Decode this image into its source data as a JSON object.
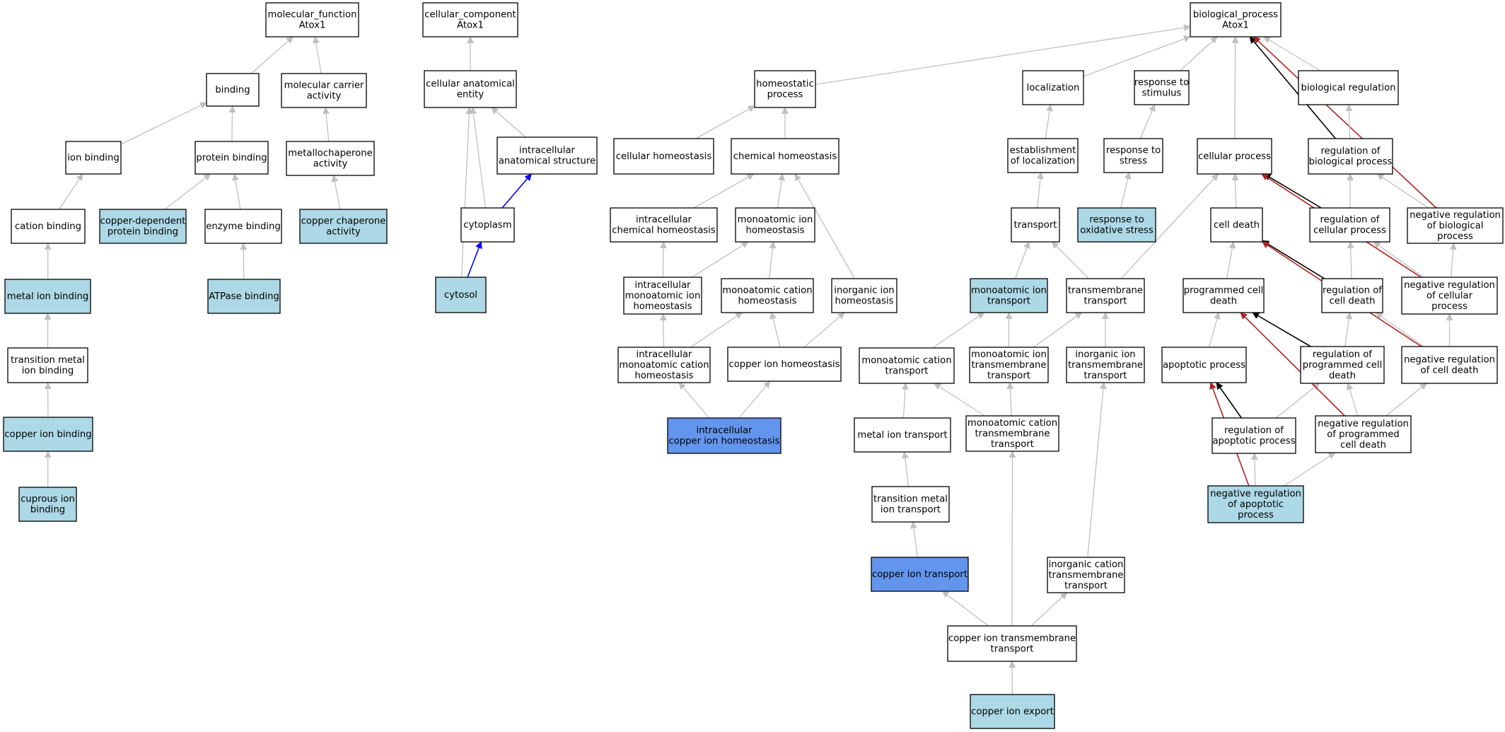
{
  "colors": {
    "plain": "#ffffff",
    "light": "#add8e6",
    "strong": "#6495ed",
    "edge_is_a": "#c0c0c0",
    "edge_part_of": "#0000ff",
    "edge_regulates": "#000000",
    "edge_negatively_regulates": "#b22222"
  },
  "nodes": [
    {
      "id": "mf",
      "lines": [
        "molecular_function",
        "Atox1"
      ],
      "fill": "plain"
    },
    {
      "id": "binding",
      "lines": [
        "binding"
      ],
      "fill": "plain"
    },
    {
      "id": "molcarrier",
      "lines": [
        "molecular carrier",
        "activity"
      ],
      "fill": "plain"
    },
    {
      "id": "ionbinding",
      "lines": [
        "ion binding"
      ],
      "fill": "plain"
    },
    {
      "id": "proteinbinding",
      "lines": [
        "protein binding"
      ],
      "fill": "plain"
    },
    {
      "id": "metallochaperone",
      "lines": [
        "metallochaperone",
        "activity"
      ],
      "fill": "plain"
    },
    {
      "id": "cationbinding",
      "lines": [
        "cation binding"
      ],
      "fill": "plain"
    },
    {
      "id": "cudeppb",
      "lines": [
        "copper-dependent",
        "protein binding"
      ],
      "fill": "light"
    },
    {
      "id": "enzymebinding",
      "lines": [
        "enzyme binding"
      ],
      "fill": "plain"
    },
    {
      "id": "cuchaperone",
      "lines": [
        "copper chaperone",
        "activity"
      ],
      "fill": "light"
    },
    {
      "id": "metalionbinding",
      "lines": [
        "metal ion binding"
      ],
      "fill": "light"
    },
    {
      "id": "atpasebinding",
      "lines": [
        "ATPase binding"
      ],
      "fill": "light"
    },
    {
      "id": "tmionbinding",
      "lines": [
        "transition metal",
        "ion binding"
      ],
      "fill": "plain"
    },
    {
      "id": "cuionbinding",
      "lines": [
        "copper ion binding"
      ],
      "fill": "light"
    },
    {
      "id": "cuprous",
      "lines": [
        "cuprous ion",
        "binding"
      ],
      "fill": "light"
    },
    {
      "id": "cc",
      "lines": [
        "cellular_component",
        "Atox1"
      ],
      "fill": "plain"
    },
    {
      "id": "cae",
      "lines": [
        "cellular anatomical",
        "entity"
      ],
      "fill": "plain"
    },
    {
      "id": "ias",
      "lines": [
        "intracellular",
        "anatomical structure"
      ],
      "fill": "plain"
    },
    {
      "id": "cytoplasm",
      "lines": [
        "cytoplasm"
      ],
      "fill": "plain"
    },
    {
      "id": "cytosol",
      "lines": [
        "cytosol"
      ],
      "fill": "light"
    },
    {
      "id": "bp",
      "lines": [
        "biological_process",
        "Atox1"
      ],
      "fill": "plain"
    },
    {
      "id": "homeostatic",
      "lines": [
        "homeostatic",
        "process"
      ],
      "fill": "plain"
    },
    {
      "id": "cellhomeo",
      "lines": [
        "cellular homeostasis"
      ],
      "fill": "plain"
    },
    {
      "id": "chemhomeo",
      "lines": [
        "chemical homeostasis"
      ],
      "fill": "plain"
    },
    {
      "id": "intrachem",
      "lines": [
        "intracellular",
        "chemical homeostasis"
      ],
      "fill": "plain"
    },
    {
      "id": "monoionhomeo",
      "lines": [
        "monoatomic ion",
        "homeostasis"
      ],
      "fill": "plain"
    },
    {
      "id": "intramonoion",
      "lines": [
        "intracellular",
        "monoatomic ion",
        "homeostasis"
      ],
      "fill": "plain"
    },
    {
      "id": "monocationhomeo",
      "lines": [
        "monoatomic cation",
        "homeostasis"
      ],
      "fill": "plain"
    },
    {
      "id": "inorgionhomeo",
      "lines": [
        "inorganic ion",
        "homeostasis"
      ],
      "fill": "plain"
    },
    {
      "id": "intramonocation",
      "lines": [
        "intracellular",
        "monoatomic cation",
        "homeostasis"
      ],
      "fill": "plain"
    },
    {
      "id": "cuionhomeo",
      "lines": [
        "copper ion homeostasis"
      ],
      "fill": "plain"
    },
    {
      "id": "intracuhomeo",
      "lines": [
        "intracellular",
        "copper ion homeostasis"
      ],
      "fill": "strong"
    },
    {
      "id": "localization",
      "lines": [
        "localization"
      ],
      "fill": "plain"
    },
    {
      "id": "estloc",
      "lines": [
        "establishment",
        "of localization"
      ],
      "fill": "plain"
    },
    {
      "id": "transport",
      "lines": [
        "transport"
      ],
      "fill": "plain"
    },
    {
      "id": "monoiontransport",
      "lines": [
        "monoatomic ion",
        "transport"
      ],
      "fill": "light"
    },
    {
      "id": "tmtransport",
      "lines": [
        "transmembrane",
        "transport"
      ],
      "fill": "plain"
    },
    {
      "id": "monocationtransport",
      "lines": [
        "monoatomic cation",
        "transport"
      ],
      "fill": "plain"
    },
    {
      "id": "monoiontmt",
      "lines": [
        "monoatomic ion",
        "transmembrane",
        "transport"
      ],
      "fill": "plain"
    },
    {
      "id": "inorgiontmt",
      "lines": [
        "inorganic ion",
        "transmembrane",
        "transport"
      ],
      "fill": "plain"
    },
    {
      "id": "metaliontransport",
      "lines": [
        "metal ion transport"
      ],
      "fill": "plain"
    },
    {
      "id": "monocationtmt",
      "lines": [
        "monoatomic cation",
        "transmembrane",
        "transport"
      ],
      "fill": "plain"
    },
    {
      "id": "tmiontransport",
      "lines": [
        "transition metal",
        "ion transport"
      ],
      "fill": "plain"
    },
    {
      "id": "cuiontransport",
      "lines": [
        "copper ion transport"
      ],
      "fill": "strong"
    },
    {
      "id": "inorgcationtmt",
      "lines": [
        "inorganic cation",
        "transmembrane",
        "transport"
      ],
      "fill": "plain"
    },
    {
      "id": "cuiontmt",
      "lines": [
        "copper ion transmembrane",
        "transport"
      ],
      "fill": "plain"
    },
    {
      "id": "cuionexport",
      "lines": [
        "copper ion export"
      ],
      "fill": "light"
    },
    {
      "id": "respstim",
      "lines": [
        "response to",
        "stimulus"
      ],
      "fill": "plain"
    },
    {
      "id": "respstress",
      "lines": [
        "response to",
        "stress"
      ],
      "fill": "plain"
    },
    {
      "id": "respox",
      "lines": [
        "response to",
        "oxidative stress"
      ],
      "fill": "light"
    },
    {
      "id": "cellproc",
      "lines": [
        "cellular process"
      ],
      "fill": "plain"
    },
    {
      "id": "bioreg",
      "lines": [
        "biological regulation"
      ],
      "fill": "plain"
    },
    {
      "id": "regbp",
      "lines": [
        "regulation of",
        "biological process"
      ],
      "fill": "plain"
    },
    {
      "id": "celldeath",
      "lines": [
        "cell death"
      ],
      "fill": "plain"
    },
    {
      "id": "regcp",
      "lines": [
        "regulation of",
        "cellular process"
      ],
      "fill": "plain"
    },
    {
      "id": "negregbp",
      "lines": [
        "negative regulation",
        "of biological",
        "process"
      ],
      "fill": "plain"
    },
    {
      "id": "pcd",
      "lines": [
        "programmed cell",
        "death"
      ],
      "fill": "plain"
    },
    {
      "id": "regcd",
      "lines": [
        "regulation of",
        "cell death"
      ],
      "fill": "plain"
    },
    {
      "id": "negregcp",
      "lines": [
        "negative regulation",
        "of cellular",
        "process"
      ],
      "fill": "plain"
    },
    {
      "id": "apoptotic",
      "lines": [
        "apoptotic process"
      ],
      "fill": "plain"
    },
    {
      "id": "regpcd",
      "lines": [
        "regulation of",
        "programmed cell",
        "death"
      ],
      "fill": "plain"
    },
    {
      "id": "negregcd",
      "lines": [
        "negative regulation",
        "of cell death"
      ],
      "fill": "plain"
    },
    {
      "id": "regap",
      "lines": [
        "regulation of",
        "apoptotic process"
      ],
      "fill": "plain"
    },
    {
      "id": "negregpcd",
      "lines": [
        "negative regulation",
        "of programmed",
        "cell death"
      ],
      "fill": "plain"
    },
    {
      "id": "negregap",
      "lines": [
        "negative regulation",
        "of apoptotic",
        "process"
      ],
      "fill": "light"
    }
  ],
  "edges": [
    {
      "from": "binding",
      "to": "mf",
      "kind": "is_a"
    },
    {
      "from": "molcarrier",
      "to": "mf",
      "kind": "is_a"
    },
    {
      "from": "ionbinding",
      "to": "binding",
      "kind": "is_a"
    },
    {
      "from": "proteinbinding",
      "to": "binding",
      "kind": "is_a"
    },
    {
      "from": "metallochaperone",
      "to": "molcarrier",
      "kind": "is_a"
    },
    {
      "from": "cationbinding",
      "to": "ionbinding",
      "kind": "is_a"
    },
    {
      "from": "cudeppb",
      "to": "proteinbinding",
      "kind": "is_a"
    },
    {
      "from": "enzymebinding",
      "to": "proteinbinding",
      "kind": "is_a"
    },
    {
      "from": "cuchaperone",
      "to": "metallochaperone",
      "kind": "is_a"
    },
    {
      "from": "metalionbinding",
      "to": "cationbinding",
      "kind": "is_a"
    },
    {
      "from": "atpasebinding",
      "to": "enzymebinding",
      "kind": "is_a"
    },
    {
      "from": "tmionbinding",
      "to": "metalionbinding",
      "kind": "is_a"
    },
    {
      "from": "cuionbinding",
      "to": "tmionbinding",
      "kind": "is_a"
    },
    {
      "from": "cuprous",
      "to": "cuionbinding",
      "kind": "is_a"
    },
    {
      "from": "cae",
      "to": "cc",
      "kind": "is_a"
    },
    {
      "from": "ias",
      "to": "cae",
      "kind": "is_a"
    },
    {
      "from": "cytoplasm",
      "to": "cae",
      "kind": "is_a"
    },
    {
      "from": "cytoplasm",
      "to": "ias",
      "kind": "part_of"
    },
    {
      "from": "cytosol",
      "to": "cytoplasm",
      "kind": "part_of"
    },
    {
      "from": "cytosol",
      "to": "cae",
      "kind": "is_a"
    },
    {
      "from": "homeostatic",
      "to": "bp",
      "kind": "is_a"
    },
    {
      "from": "localization",
      "to": "bp",
      "kind": "is_a"
    },
    {
      "from": "respstim",
      "to": "bp",
      "kind": "is_a"
    },
    {
      "from": "cellproc",
      "to": "bp",
      "kind": "is_a"
    },
    {
      "from": "bioreg",
      "to": "bp",
      "kind": "is_a"
    },
    {
      "from": "regbp",
      "to": "bp",
      "kind": "regulates"
    },
    {
      "from": "negregbp",
      "to": "bp",
      "kind": "negatively_regulates"
    },
    {
      "from": "cellhomeo",
      "to": "homeostatic",
      "kind": "is_a"
    },
    {
      "from": "chemhomeo",
      "to": "homeostatic",
      "kind": "is_a"
    },
    {
      "from": "intrachem",
      "to": "chemhomeo",
      "kind": "is_a"
    },
    {
      "from": "monoionhomeo",
      "to": "chemhomeo",
      "kind": "is_a"
    },
    {
      "from": "inorgionhomeo",
      "to": "chemhomeo",
      "kind": "is_a"
    },
    {
      "from": "intramonoion",
      "to": "intrachem",
      "kind": "is_a"
    },
    {
      "from": "intramonoion",
      "to": "monoionhomeo",
      "kind": "is_a"
    },
    {
      "from": "monocationhomeo",
      "to": "monoionhomeo",
      "kind": "is_a"
    },
    {
      "from": "intramonocation",
      "to": "intramonoion",
      "kind": "is_a"
    },
    {
      "from": "intramonocation",
      "to": "monocationhomeo",
      "kind": "is_a"
    },
    {
      "from": "cuionhomeo",
      "to": "monocationhomeo",
      "kind": "is_a"
    },
    {
      "from": "cuionhomeo",
      "to": "inorgionhomeo",
      "kind": "is_a"
    },
    {
      "from": "intracuhomeo",
      "to": "intramonocation",
      "kind": "is_a"
    },
    {
      "from": "intracuhomeo",
      "to": "cuionhomeo",
      "kind": "is_a"
    },
    {
      "from": "estloc",
      "to": "localization",
      "kind": "is_a"
    },
    {
      "from": "transport",
      "to": "estloc",
      "kind": "is_a"
    },
    {
      "from": "monoiontransport",
      "to": "transport",
      "kind": "is_a"
    },
    {
      "from": "tmtransport",
      "to": "transport",
      "kind": "is_a"
    },
    {
      "from": "tmtransport",
      "to": "cellproc",
      "kind": "is_a"
    },
    {
      "from": "monocationtransport",
      "to": "monoiontransport",
      "kind": "is_a"
    },
    {
      "from": "monoiontmt",
      "to": "monoiontransport",
      "kind": "is_a"
    },
    {
      "from": "monoiontmt",
      "to": "tmtransport",
      "kind": "is_a"
    },
    {
      "from": "inorgiontmt",
      "to": "tmtransport",
      "kind": "is_a"
    },
    {
      "from": "metaliontransport",
      "to": "monocationtransport",
      "kind": "is_a"
    },
    {
      "from": "monocationtmt",
      "to": "monocationtransport",
      "kind": "is_a"
    },
    {
      "from": "monocationtmt",
      "to": "monoiontmt",
      "kind": "is_a"
    },
    {
      "from": "tmiontransport",
      "to": "metaliontransport",
      "kind": "is_a"
    },
    {
      "from": "cuiontransport",
      "to": "tmiontransport",
      "kind": "is_a"
    },
    {
      "from": "inorgcationtmt",
      "to": "inorgiontmt",
      "kind": "is_a"
    },
    {
      "from": "cuiontmt",
      "to": "cuiontransport",
      "kind": "is_a"
    },
    {
      "from": "cuiontmt",
      "to": "inorgcationtmt",
      "kind": "is_a"
    },
    {
      "from": "cuiontmt",
      "to": "monocationtmt",
      "kind": "is_a"
    },
    {
      "from": "cuionexport",
      "to": "cuiontmt",
      "kind": "is_a"
    },
    {
      "from": "respstress",
      "to": "respstim",
      "kind": "is_a"
    },
    {
      "from": "respox",
      "to": "respstress",
      "kind": "is_a"
    },
    {
      "from": "regbp",
      "to": "bioreg",
      "kind": "is_a"
    },
    {
      "from": "celldeath",
      "to": "cellproc",
      "kind": "is_a"
    },
    {
      "from": "regcp",
      "to": "regbp",
      "kind": "is_a"
    },
    {
      "from": "regcp",
      "to": "cellproc",
      "kind": "regulates"
    },
    {
      "from": "negregbp",
      "to": "regbp",
      "kind": "is_a"
    },
    {
      "from": "pcd",
      "to": "celldeath",
      "kind": "is_a"
    },
    {
      "from": "regcd",
      "to": "regcp",
      "kind": "is_a"
    },
    {
      "from": "regcd",
      "to": "celldeath",
      "kind": "regulates"
    },
    {
      "from": "negregcp",
      "to": "regcp",
      "kind": "is_a"
    },
    {
      "from": "negregcp",
      "to": "negregbp",
      "kind": "is_a"
    },
    {
      "from": "negregcp",
      "to": "cellproc",
      "kind": "negatively_regulates"
    },
    {
      "from": "apoptotic",
      "to": "pcd",
      "kind": "is_a"
    },
    {
      "from": "regpcd",
      "to": "regcd",
      "kind": "is_a"
    },
    {
      "from": "regpcd",
      "to": "pcd",
      "kind": "regulates"
    },
    {
      "from": "negregcd",
      "to": "regcd",
      "kind": "is_a"
    },
    {
      "from": "negregcd",
      "to": "negregcp",
      "kind": "is_a"
    },
    {
      "from": "negregcd",
      "to": "celldeath",
      "kind": "negatively_regulates"
    },
    {
      "from": "regap",
      "to": "regpcd",
      "kind": "is_a"
    },
    {
      "from": "regap",
      "to": "apoptotic",
      "kind": "regulates"
    },
    {
      "from": "negregpcd",
      "to": "regpcd",
      "kind": "is_a"
    },
    {
      "from": "negregpcd",
      "to": "negregcd",
      "kind": "is_a"
    },
    {
      "from": "negregpcd",
      "to": "pcd",
      "kind": "negatively_regulates"
    },
    {
      "from": "negregap",
      "to": "regap",
      "kind": "is_a"
    },
    {
      "from": "negregap",
      "to": "negregpcd",
      "kind": "is_a"
    },
    {
      "from": "negregap",
      "to": "apoptotic",
      "kind": "negatively_regulates"
    }
  ]
}
